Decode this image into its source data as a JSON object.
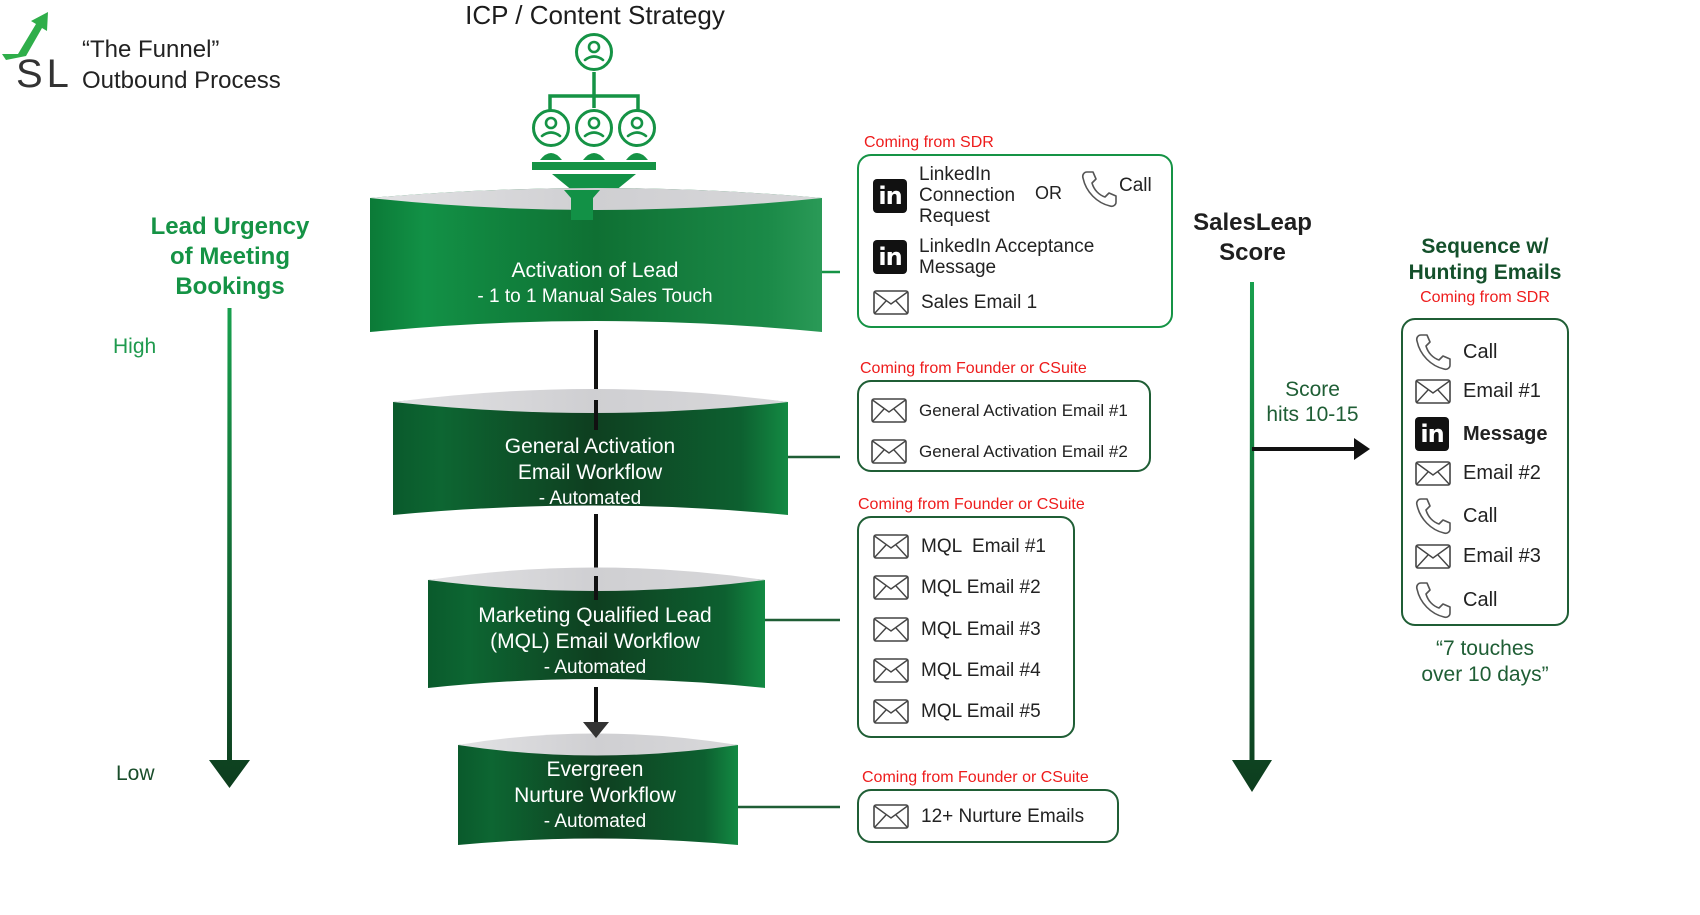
{
  "header": {
    "logo_letters": "SL",
    "title_line1": "“The Funnel”",
    "title_line2": "Outbound Process",
    "top_label": "ICP / Content Strategy"
  },
  "urgency_axis": {
    "title_lines": [
      "Lead Urgency",
      "of Meeting",
      "Bookings"
    ],
    "high_label": "High",
    "low_label": "Low"
  },
  "funnel_tiers": [
    {
      "lines": [
        "Activation of Lead",
        "- 1 to 1 Manual Sales Touch"
      ]
    },
    {
      "lines": [
        "General Activation",
        "Email Workflow",
        "- Automated"
      ]
    },
    {
      "lines": [
        "Marketing Qualified Lead",
        "(MQL) Email Workflow",
        "- Automated"
      ]
    },
    {
      "lines": [
        "Evergreen",
        "Nurture Workflow",
        "- Automated"
      ]
    }
  ],
  "touch_boxes": [
    {
      "source": "Coming from SDR",
      "items": [
        {
          "icon": "linkedin-icon",
          "lines": [
            "LinkedIn",
            "Connection",
            "Request"
          ]
        },
        {
          "icon": "linkedin-icon",
          "lines": [
            "LinkedIn Acceptance",
            "Message"
          ]
        },
        {
          "icon": "mail-icon",
          "lines": [
            "Sales Email 1"
          ]
        }
      ],
      "or_label": "OR",
      "alt_item": {
        "icon": "phone-icon",
        "label": "Call"
      }
    },
    {
      "source": "Coming from Founder or CSuite",
      "items": [
        {
          "icon": "mail-icon",
          "label": "General Activation Email #1"
        },
        {
          "icon": "mail-icon",
          "label": "General Activation Email #2"
        }
      ]
    },
    {
      "source": "Coming from Founder or CSuite",
      "items": [
        {
          "icon": "mail-icon",
          "label": "MQL  Email #1"
        },
        {
          "icon": "mail-icon",
          "label": "MQL Email #2"
        },
        {
          "icon": "mail-icon",
          "label": "MQL Email #3"
        },
        {
          "icon": "mail-icon",
          "label": "MQL Email #4"
        },
        {
          "icon": "mail-icon",
          "label": "MQL Email #5"
        }
      ]
    },
    {
      "source": "Coming from Founder or CSuite",
      "items": [
        {
          "icon": "mail-icon",
          "label": "12+ Nurture Emails"
        }
      ]
    }
  ],
  "score_axis": {
    "title_lines": [
      "SalesLeap",
      "Score"
    ],
    "trigger_lines": [
      "Score",
      "hits 10-15"
    ]
  },
  "sequence": {
    "title_lines": [
      "Sequence w/",
      "Hunting Emails"
    ],
    "source": "Coming from SDR",
    "items": [
      {
        "icon": "phone-icon",
        "label": "Call"
      },
      {
        "icon": "mail-icon",
        "label": "Email #1"
      },
      {
        "icon": "linkedin-icon",
        "label": "Message"
      },
      {
        "icon": "mail-icon",
        "label": "Email #2"
      },
      {
        "icon": "phone-icon",
        "label": "Call"
      },
      {
        "icon": "mail-icon",
        "label": "Email #3"
      },
      {
        "icon": "phone-icon",
        "label": "Call"
      }
    ],
    "summary_lines": [
      "“7 touches",
      "over 10 days”"
    ]
  },
  "colors": {
    "brand_green": "#159345",
    "dark_green": "#0f4d27",
    "source_red": "#ee1c1c"
  }
}
